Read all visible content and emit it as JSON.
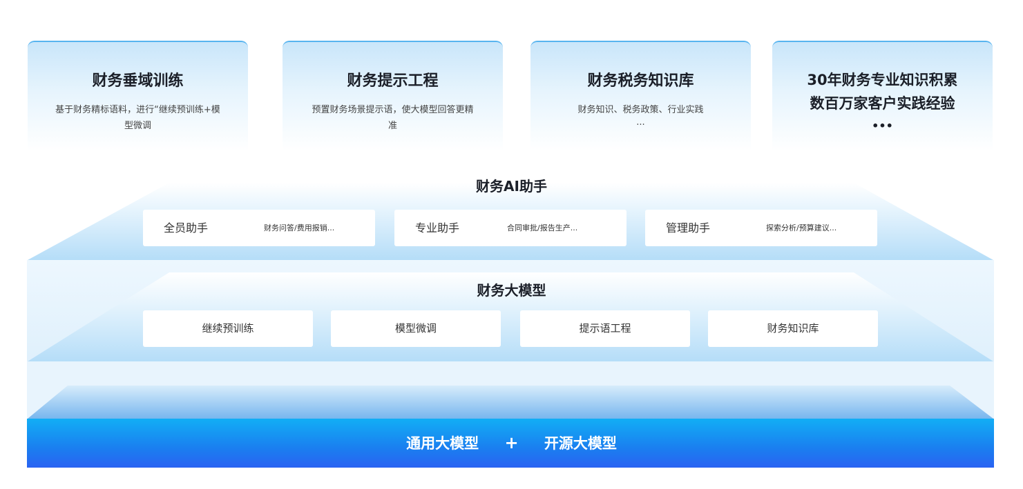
{
  "cards": [
    {
      "title": "财务垂域训练",
      "desc": "基于财务精标语料，进行“继续预训练+模型微调"
    },
    {
      "title": "财务提示工程",
      "desc": "预置财务场景提示语，使大模型回答更精准"
    },
    {
      "title": "财务税务知识库",
      "desc": "财务知识、税务政策、行业实践",
      "extra": "..."
    },
    {
      "line1": "30年财务专业知识积累",
      "line2": "数百万家客户实践经验",
      "dots": "•••"
    }
  ],
  "assistant_layer": {
    "title": "财务AI助手",
    "items": [
      {
        "name": "全员助手",
        "desc": "财务问答/费用报销..."
      },
      {
        "name": "专业助手",
        "desc": "合同审批/报告生产..."
      },
      {
        "name": "管理助手",
        "desc": "探索分析/预算建议..."
      }
    ]
  },
  "model_layer": {
    "title": "财务大模型",
    "items": [
      "继续预训练",
      "模型微调",
      "提示语工程",
      "财务知识库"
    ]
  },
  "base_layer": {
    "left": "通用大模型",
    "plus": "+",
    "right": "开源大模型"
  },
  "colors": {
    "card_border": "#57b4ef",
    "layer_light": "#e8f5fd",
    "layer_mid": "#bfe2fa",
    "base_top": "#12aef5",
    "base_bottom": "#2a63f2"
  }
}
